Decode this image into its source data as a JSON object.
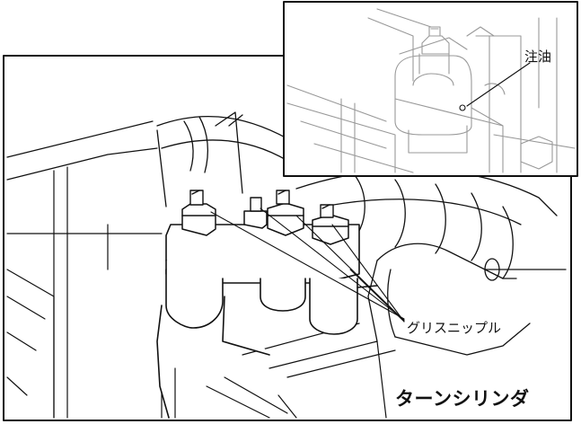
{
  "labels": {
    "oiling": "注油",
    "grease_nipple": "グリスニップル",
    "turn_cylinder": "ターンシリンダ"
  },
  "colors": {
    "line": "#111111",
    "fill": "#ffffff"
  }
}
